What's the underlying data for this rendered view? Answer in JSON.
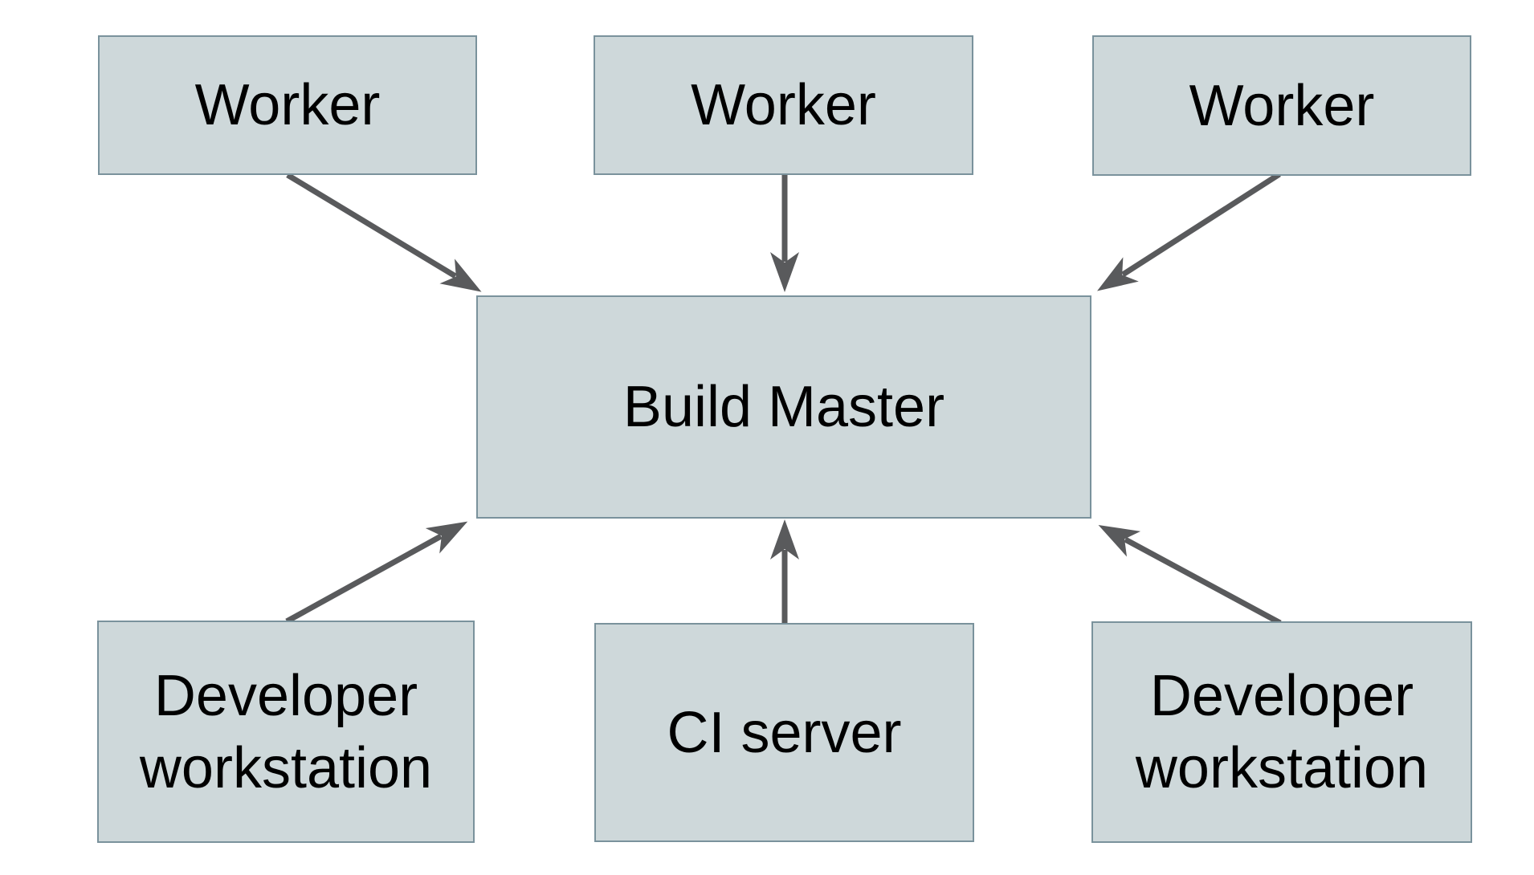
{
  "diagram": {
    "type": "architecture-diagram",
    "nodes": [
      {
        "id": "worker-1",
        "label": "Worker"
      },
      {
        "id": "worker-2",
        "label": "Worker"
      },
      {
        "id": "worker-3",
        "label": "Worker"
      },
      {
        "id": "build-master",
        "label": "Build Master"
      },
      {
        "id": "developer-workstation-1",
        "label": "Developer workstation"
      },
      {
        "id": "ci-server",
        "label": "CI server"
      },
      {
        "id": "developer-workstation-2",
        "label": "Developer workstation"
      }
    ],
    "edges": [
      {
        "from": "worker-1",
        "to": "build-master"
      },
      {
        "from": "worker-2",
        "to": "build-master"
      },
      {
        "from": "worker-3",
        "to": "build-master"
      },
      {
        "from": "developer-workstation-1",
        "to": "build-master"
      },
      {
        "from": "ci-server",
        "to": "build-master"
      },
      {
        "from": "developer-workstation-2",
        "to": "build-master"
      }
    ]
  },
  "colors": {
    "background": "#ffffff",
    "node_fill": "#ced8da",
    "node_border": "#7a929c",
    "arrow": "#595a5c",
    "text": "#000000"
  }
}
